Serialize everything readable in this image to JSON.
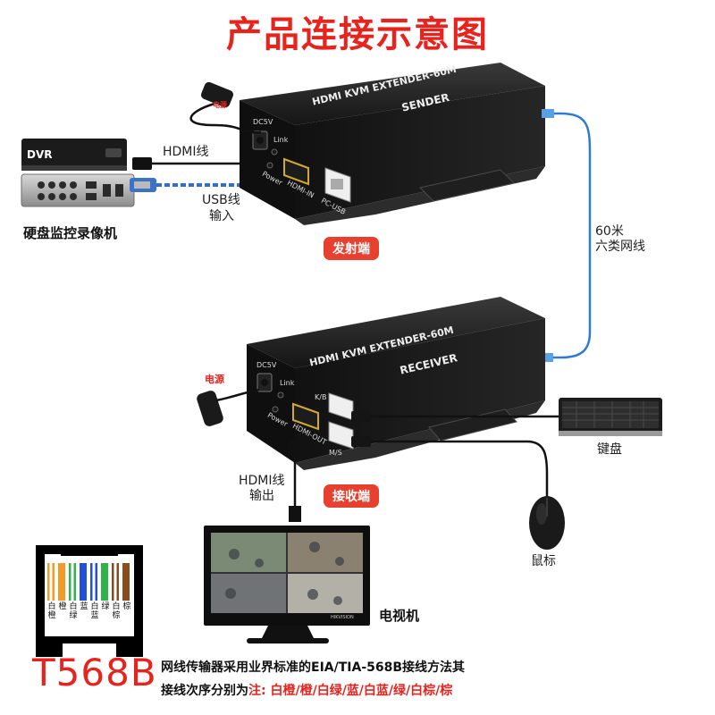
{
  "title": "产品连接示意图",
  "dvr": {
    "brand": "DVR",
    "label": "硬盘监控录像机"
  },
  "cables": {
    "hdmi_in": "HDMI线",
    "usb_in_line1": "USB线",
    "usb_in_line2": "输入",
    "network_line1": "60米",
    "network_line2": "六类网线",
    "hdmi_out_line1": "HDMI线",
    "hdmi_out_line2": "输出"
  },
  "sender": {
    "model": "HDMI KVM EXTENDER-60M",
    "role": "SENDER",
    "ports": [
      "DC5V",
      "Link",
      "Power",
      "HDMI-IN",
      "PC-USB"
    ],
    "tag": "发射端",
    "power_tag": "电源"
  },
  "receiver": {
    "model": "HDMI KVM EXTENDER-60M",
    "role": "RECEIVER",
    "ports": [
      "DC5V",
      "Link",
      "Power",
      "HDMI-OUT",
      "K/B",
      "M/S"
    ],
    "tag": "接收端",
    "power_tag": "电源"
  },
  "peripherals": {
    "keyboard": "键盘",
    "mouse": "鼠标",
    "tv": "电视机",
    "tv_brand": "HIKVISION"
  },
  "wiring": {
    "standard": "T568B",
    "pins": [
      {
        "label": "白\n橙",
        "color": "#f39a2a",
        "stripe": true
      },
      {
        "label": "橙",
        "color": "#f39a2a",
        "stripe": false
      },
      {
        "label": "白\n绿",
        "color": "#2fb34a",
        "stripe": true
      },
      {
        "label": "蓝",
        "color": "#2350d8",
        "stripe": false
      },
      {
        "label": "白\n蓝",
        "color": "#2350d8",
        "stripe": true
      },
      {
        "label": "绿",
        "color": "#2fb34a",
        "stripe": false
      },
      {
        "label": "白\n棕",
        "color": "#8a4b1f",
        "stripe": true
      },
      {
        "label": "棕",
        "color": "#8a4b1f",
        "stripe": false
      }
    ],
    "desc_line1": "网线传输器采用业界标准的EIA/TIA-568B接线方法其",
    "desc_line2_prefix": "接线次序分别为",
    "desc_line2_note": "注: 白橙/橙/白绿/蓝/白蓝/绿/白棕/棕"
  }
}
